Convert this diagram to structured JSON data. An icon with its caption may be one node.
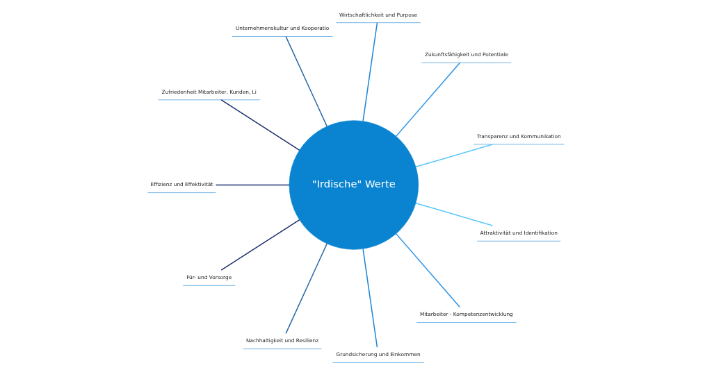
{
  "diagram": {
    "nodes": [
      {
        "text": [
          "\"Irdische\" Werte"
        ]
      },
      {
        "text": [
          "Transparenz und Kommunikation"
        ]
      },
      {
        "text": [
          "Zukunftsfähigkeit und Potentiale"
        ]
      },
      {
        "text": [
          "Wirtschaftlichkeit und Purpose"
        ]
      },
      {
        "text": [
          "Unternehmenskultur und Kooperatio"
        ]
      },
      {
        "text": [
          "Zufriedenheit Mitarbeiter, Kunden, Li"
        ]
      },
      {
        "text": [
          "Effizienz und Effektivität"
        ]
      },
      {
        "text": [
          "Für- und Vorsorge"
        ]
      },
      {
        "text": [
          "Nachhaltigkeit und Resilienz"
        ]
      },
      {
        "text": [
          "Grundsicherung und Einkommen"
        ]
      },
      {
        "text": [
          "Mitarbeiter - Kompetenzentwicklung"
        ]
      },
      {
        "text": [
          "Attraktivität und Identifikation"
        ]
      }
    ],
    "edges": [
      {
        "from": 0,
        "to": 1,
        "arrow": "none",
        "color": "#5ac8fa"
      },
      {
        "from": 0,
        "to": 2,
        "arrow": "none",
        "color": "#3a9be8"
      },
      {
        "from": 0,
        "to": 3,
        "arrow": "none",
        "color": "#1f86d6"
      },
      {
        "from": 0,
        "to": 4,
        "arrow": "none",
        "color": "#2c6aa6"
      },
      {
        "from": 0,
        "to": 5,
        "arrow": "none",
        "color": "#1f2f6e"
      },
      {
        "from": 0,
        "to": 6,
        "arrow": "none",
        "color": "#1f2f6e"
      },
      {
        "from": 0,
        "to": 7,
        "arrow": "none",
        "color": "#1f2f6e"
      },
      {
        "from": 0,
        "to": 8,
        "arrow": "none",
        "color": "#2c6aa6"
      },
      {
        "from": 0,
        "to": 9,
        "arrow": "none",
        "color": "#1f86d6"
      },
      {
        "from": 0,
        "to": 10,
        "arrow": "none",
        "color": "#3a9be8"
      },
      {
        "from": 0,
        "to": 11,
        "arrow": "none",
        "color": "#5ac8fa"
      }
    ]
  }
}
